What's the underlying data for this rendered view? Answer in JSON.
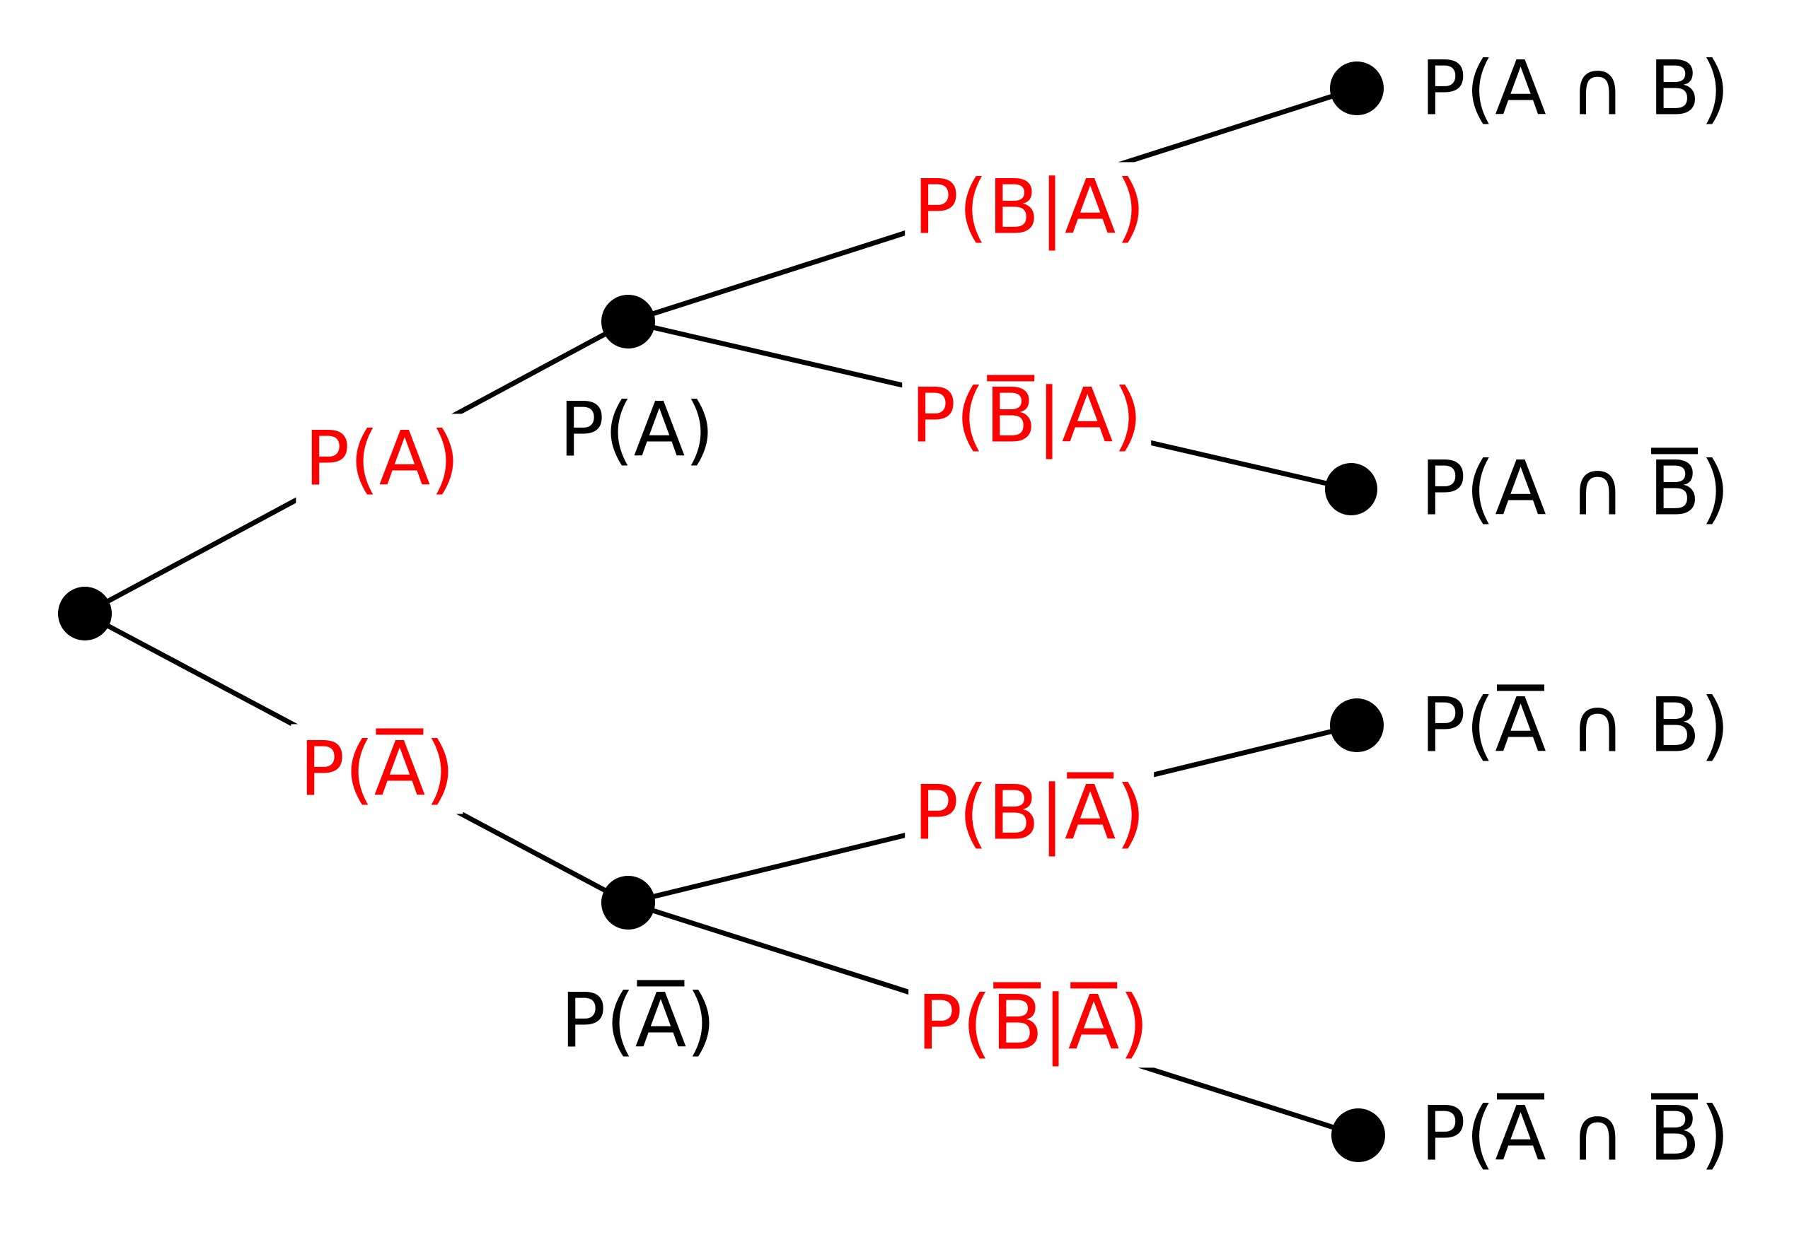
{
  "colors": {
    "branch_label": "#ff0000",
    "node_label": "#000000",
    "line": "#000000",
    "background": "#ffffff"
  },
  "tree": {
    "branch_labels": {
      "a": {
        "text": "P(A)",
        "segments": [
          {
            "t": "P(A)"
          }
        ]
      },
      "not_a": {
        "text": "P(Ā)",
        "segments": [
          {
            "t": "P("
          },
          {
            "t": "A",
            "bar": true
          },
          {
            "t": ")"
          }
        ]
      },
      "b_given_a": {
        "text": "P(B|A)",
        "segments": [
          {
            "t": "P(B|A)"
          }
        ]
      },
      "not_b_given_a": {
        "text": "P(B̄|A)",
        "segments": [
          {
            "t": "P("
          },
          {
            "t": "B",
            "bar": true
          },
          {
            "t": "|A)"
          }
        ]
      },
      "b_given_not_a": {
        "text": "P(B|Ā)",
        "segments": [
          {
            "t": "P(B|"
          },
          {
            "t": "A",
            "bar": true
          },
          {
            "t": ")"
          }
        ]
      },
      "not_b_given_not_a": {
        "text": "P(B̄|Ā)",
        "segments": [
          {
            "t": "P("
          },
          {
            "t": "B",
            "bar": true
          },
          {
            "t": "|"
          },
          {
            "t": "A",
            "bar": true
          },
          {
            "t": ")"
          }
        ]
      }
    },
    "node_labels": {
      "a": {
        "text": "P(A)",
        "segments": [
          {
            "t": "P(A)"
          }
        ]
      },
      "not_a": {
        "text": "P(Ā)",
        "segments": [
          {
            "t": "P("
          },
          {
            "t": "A",
            "bar": true
          },
          {
            "t": ")"
          }
        ]
      }
    },
    "leaf_labels": {
      "a_and_b": {
        "text": "P(A ∩ B)",
        "segments": [
          {
            "t": "P(A ∩ B)"
          }
        ]
      },
      "a_and_not_b": {
        "text": "P(A ∩ B̄)",
        "segments": [
          {
            "t": "P(A ∩ "
          },
          {
            "t": "B",
            "bar": true
          },
          {
            "t": ")"
          }
        ]
      },
      "not_a_and_b": {
        "text": "P(Ā ∩ B)",
        "segments": [
          {
            "t": "P("
          },
          {
            "t": "A",
            "bar": true
          },
          {
            "t": " ∩ B)"
          }
        ]
      },
      "not_a_and_not_b": {
        "text": "P(Ā ∩ B̄)",
        "segments": [
          {
            "t": "P("
          },
          {
            "t": "A",
            "bar": true
          },
          {
            "t": " ∩ "
          },
          {
            "t": "B",
            "bar": true
          },
          {
            "t": ")"
          }
        ]
      }
    }
  }
}
